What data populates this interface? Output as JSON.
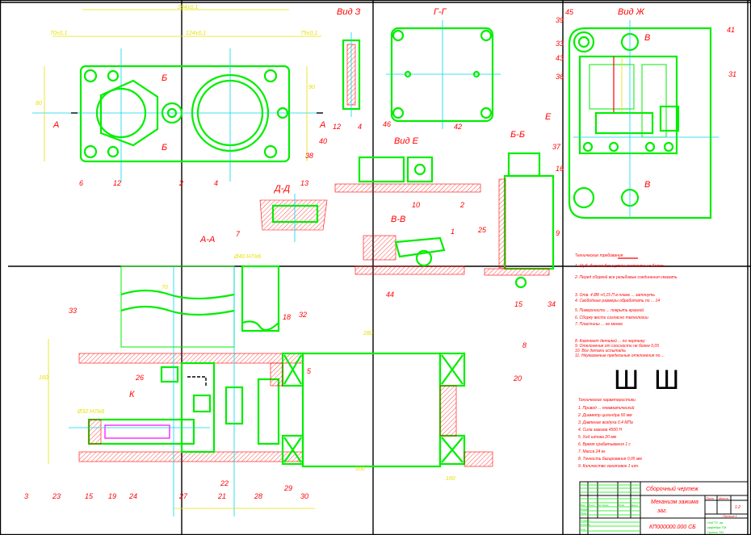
{
  "views": {
    "view_z": "Вид З",
    "section_gg": "Г-Г",
    "view_zh": "Вид Ж",
    "view_e": "Вид Е",
    "section_vv": "В-В",
    "section_bb": "Б-Б",
    "section_dd": "Д-Д",
    "section_aa": "А-А",
    "mark_a": "А",
    "mark_b": "Б",
    "mark_v": "В",
    "mark_e": "Е",
    "mark_k": "К"
  },
  "callouts": [
    "6",
    "12",
    "2",
    "4",
    "38",
    "40",
    "13",
    "7",
    "42",
    "46",
    "12",
    "4",
    "10",
    "2",
    "1",
    "44",
    "25",
    "9",
    "15",
    "34",
    "39",
    "45",
    "33",
    "43",
    "36",
    "37",
    "16",
    "41",
    "31",
    "33",
    "18",
    "32",
    "26",
    "5",
    "8",
    "20",
    "3",
    "23",
    "15",
    "19",
    "24",
    "27",
    "21",
    "22",
    "28",
    "29",
    "30"
  ],
  "dimensions": [
    "294±0,1",
    "124±0,1",
    "70±0,1",
    "75±0,1",
    "80",
    "90",
    "160",
    "70",
    "Ø32 Н7/к6",
    "280",
    "100",
    "160",
    "Ø40 Н7/к6"
  ],
  "notes": {
    "title": "Технические требования",
    "items": [
      "1. Шуб. биения без щетки контакта не более ... ",
      "2. Перед сборкой все резьбовые соединения смазать",
      "3. Отв. 4 Ø8 +0,15 П в плане ... затянуть",
      "4. Свободные размеры обработать по ... 14",
      "5. Поверхности ... покрыть краской",
      "6. Сборку вести согласно технологии",
      "7. Пластины ... не менее",
      "8. Комплект деталей ... по чертежу",
      "9. Отклонение от соосности не более 0,05",
      "10. Все детали испытать",
      "11. Неуказанные предельные отклонения по ... "
    ],
    "symbol": "Ш",
    "tech_title": "Технические характеристики",
    "tech_items": [
      "1. Привод ... пневматический",
      "2. Диаметр цилиндра 50 мм",
      "3. Давление воздуха 0,4 МПа",
      "4. Сила зажима 4500 Н",
      "5. Ход штока 20 мм",
      "6. Время срабатывания 1 с",
      "7. Масса 24 кг",
      "8. Точность базирования 0,05 мм",
      "9. Количество заготовок 1 шт."
    ]
  },
  "title_block": {
    "doc_type": "Сборочный чертеж",
    "name_line1": "Механизм зажима",
    "name_line2": "заг.",
    "designation": "КП000000.000 СБ",
    "sheet": "Лист",
    "sheets": "Листов 1",
    "mass": "Масса",
    "scale": "1:2",
    "org_line1": "ОмГТУ, гр.",
    "org_line2": "кафедра ТМ",
    "org_line3": "Группа ТМ",
    "rows": [
      "Изм.",
      "Лист",
      "№ докум.",
      "Подп.",
      "Дата",
      "Разраб.",
      "Пров.",
      "Т.контр.",
      "Н.контр.",
      "Утв."
    ]
  }
}
